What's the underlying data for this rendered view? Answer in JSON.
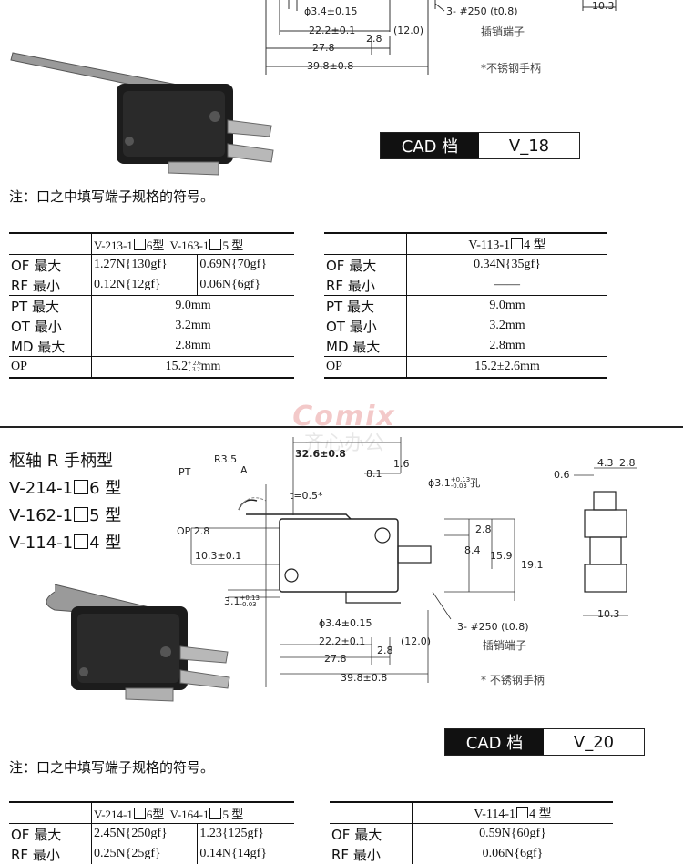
{
  "top_drawing": {
    "dims": {
      "d1": "ɸ3.4±0.15",
      "d2": "22.2±0.1",
      "d3": "2.8",
      "d4": "(12.0)",
      "d5": "27.8",
      "d6": "39.8±0.8",
      "d7": "10.3"
    },
    "terminal_label": "3- #250 (t0.8)",
    "terminal_cn": "插销端子",
    "stainless_note": "*不锈钢手柄"
  },
  "cad_top": {
    "label": "CAD 档",
    "value": "V_18"
  },
  "note_top": "注：口之中填写端子规格的符号。",
  "table1_left": {
    "headers": [
      "V-213-1",
      "6型",
      "V-163-1",
      "5 型"
    ],
    "rows": [
      {
        "label": "OF  最大",
        "v1": "1.27N{130gf}",
        "v2": "0.69N{70gf}"
      },
      {
        "label": "RF  最小",
        "v1": "0.12N{12gf}",
        "v2": "0.06N{6gf}"
      },
      {
        "label": "PT  最大",
        "v": "9.0mm"
      },
      {
        "label": "OT  最小",
        "v": "3.2mm"
      },
      {
        "label": "MD 最大",
        "v": "2.8mm"
      },
      {
        "label": "OP",
        "v_main": "15.2",
        "v_sup": "+ 2.6",
        "v_sub": "- 3.2",
        "v_unit": "mm"
      }
    ]
  },
  "table1_right": {
    "header": [
      "V-113-1",
      "4 型"
    ],
    "rows": [
      {
        "label": "OF  最大",
        "v": "0.34N{35gf}"
      },
      {
        "label": "RF  最小",
        "v": "——"
      },
      {
        "label": "PT  最大",
        "v": "9.0mm"
      },
      {
        "label": "OT  最小",
        "v": "3.2mm"
      },
      {
        "label": "MD 最大",
        "v": "2.8mm"
      },
      {
        "label": "OP",
        "v": "15.2±2.6mm"
      }
    ]
  },
  "watermark": {
    "brand": "Comix",
    "cn": "齐心办公"
  },
  "section2": {
    "title": "枢轴 R 手柄型",
    "models": [
      {
        "prefix": "V-214-1",
        "suffix": "6 型"
      },
      {
        "prefix": "V-162-1",
        "suffix": "5 型"
      },
      {
        "prefix": "V-114-1",
        "suffix": "4 型"
      }
    ],
    "dims": {
      "pt": "PT",
      "r": "R3.5",
      "a": "A",
      "w1": "32.6±0.8",
      "w2": "8.1",
      "w3": "1.6",
      "hole": "ɸ3.1",
      "hole_tol_sup": "+0.13",
      "hole_tol_sub": "-0.03",
      "hole_note": "孔",
      "t": "t=0.5*",
      "op": "OP",
      "op_val": "2.8",
      "h1": "10.3±0.1",
      "h2": "2.8",
      "h3": "8.4",
      "h4": "15.9",
      "h5": "19.1",
      "s1": "3.1",
      "s1_sup": "+0.13",
      "s1_sub": "-0.03",
      "d1": "ɸ3.4±0.15",
      "d2": "22.2±0.1",
      "d3": "2.8",
      "d4": "(12.0)",
      "d5": "27.8",
      "d6": "39.8±0.8",
      "side_06": "0.6",
      "side_43": "4.3",
      "side_28": "2.8",
      "side_103": "10.3"
    },
    "terminal_label": "3- #250 (t0.8)",
    "terminal_cn": "插销端子",
    "stainless_note": "* 不锈钢手柄"
  },
  "cad_bottom": {
    "label": "CAD 档",
    "value": "V_20"
  },
  "note_bottom": "注：口之中填写端子规格的符号。",
  "table2_left": {
    "headers": [
      "V-214-1",
      "6型",
      "V-164-1",
      "5 型"
    ],
    "rows": [
      {
        "label": "OF  最大",
        "v1": "2.45N{250gf}",
        "v2": "1.23{125gf}"
      },
      {
        "label": "RF  最小",
        "v1": "0.25N{25gf}",
        "v2": "0.14N{14gf}"
      }
    ]
  },
  "table2_right": {
    "header": [
      "V-114-1",
      "4 型"
    ],
    "rows": [
      {
        "label": "OF  最大",
        "v": "0.59N{60gf}"
      },
      {
        "label": "RF  最小",
        "v": "0.06N{6gf}"
      }
    ]
  }
}
